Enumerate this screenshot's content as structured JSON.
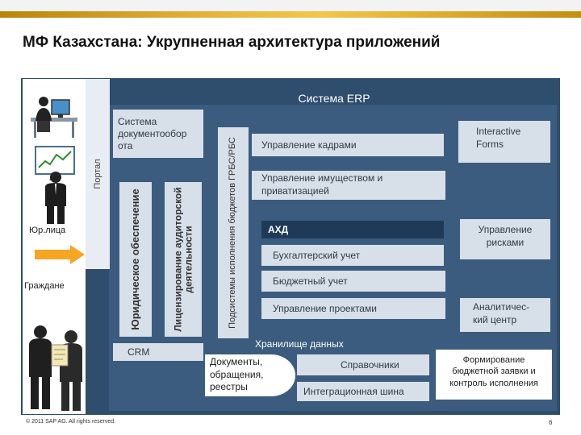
{
  "title": "МФ Казахстана: Укрупненная архитектура приложений",
  "labels": {
    "erp": "Система ERP",
    "portal": "Портал",
    "legal_entities": "Юр.лица",
    "citizens": "Граждане",
    "doc_system": "Система документообор ота",
    "hr": "Управление кадрами",
    "interactive_forms": "Interactive Forms",
    "property": "Управление имуществом и приватизацией",
    "legal_support": "Юридическое обеспечение",
    "licensing": "Лицензирование аудиторской деятельности",
    "budget_subsystems": "Подсистемы исполнения бюджетов ГРБС/РБС",
    "ahd": "АХД",
    "accounting": "Бухгалтерский учет",
    "risk": "Управление рисками",
    "budget_accounting": "Бюджетный учет",
    "projects": "Управление проектами",
    "analytics": "Аналитичес-кий центр",
    "crm": "CRM",
    "data_warehouse": "Хранилище данных",
    "documents": "Документы, обращения, реестры",
    "directories": "Справочники",
    "integration_bus": "Интеграционная шина",
    "budget_forming": "Формирование бюджетной заявки и контроль исполнения"
  },
  "footer": {
    "copyright": "© 2011 SAP AG. All rights reserved.",
    "page": "6"
  },
  "colors": {
    "gold": "#e3b23a",
    "navy": "#2f4d6c",
    "panel_light": "#d7dfe8",
    "box_dark": "#1f3a57",
    "arrow": "#f5a623"
  }
}
